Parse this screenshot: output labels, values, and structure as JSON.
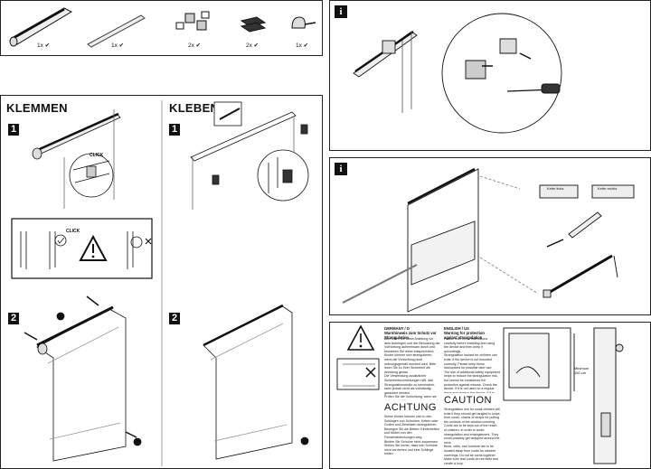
{
  "parts": {
    "q1": "1x ✔",
    "q2": "1x ✔",
    "q3": "2x ✔",
    "q4": "2x ✔",
    "q5": "1x ✔"
  },
  "sections": {
    "klemmen": "KLEMMEN",
    "kleben": "KLEBEN"
  },
  "steps": {
    "one": "1",
    "two": "2"
  },
  "info": {
    "label": "i"
  },
  "labels": {
    "click": "CLICK",
    "click2": "CLICK",
    "kette_links": "Kette links",
    "kette_rechts": "Kette rechts",
    "minimum": "Minimum\n150 cm"
  },
  "warning": {
    "de_head": "GERMANY / D",
    "de_sub": "Warnhinweis zum Schutz vor Strangulation",
    "de_body": "Bitte lesen Sie diese Anleitung vor dem Anbringen und der Benutzung der Vorrichtung aufmerksam durch und bewahren Sie diese entsprechend.\nKinder können sich strangulieren, wenn die Vorrichtung nicht ordnungsgemäß montiert wird. Bitte lesen Sie zu Ihrer Sicherheit die Anleitung genau.\nDie Verwendung zusätzlicher Sicherheitsvorrichtungen hilft, das Strangulationsrisiko zu vermindern, kann jedoch nicht als vollständig garantiert werden.\nPrüfen Sie die Vorrichtung, wenn sie nicht regelmäßig verwendet wird und ersetzen Sie die Vorrichtung, wenn sie schadhaft ist.",
    "achtung": "ACHTUNG",
    "de_body2": "Kleine Kinder können sich in den Schlingen von Schnüren, Ketten oder Gurten und Zierleisten strangulieren. Bewegen Sie die Betten, Kinderbetten und Möbel von den Fensterabdeckungen weg.\nBinden Sie Schnüre nicht zusammen.\nStellen Sie sicher, dass sich Schnüre nicht verdrehen und eine Schlinge bilden.",
    "en_head": "ENGLISH / US",
    "en_sub": "Warning for protection against strangulation",
    "en_body": "Please read these instructions carefully before installing and using the device and then keep it accordingly.\nStrangulation hazard for children can exist, if the device is not mounted correctly. Please keep these instructions for possible later use.\nThe use of additional safety equipment helps to reduce the strangulation risk, but cannot be considered full protection against misuse. Check the device, if it is not used on a regular basis and replace the device, if it is faulty.",
    "caution": "CAUTION",
    "en_body2": "Strangulation risk for small children will exist if they should get tangled in loops from cords, chains or straps for pulling the controls of the window covering. Cords are to be kept out of the reach of children, in order to avoid strangulation and entanglement. They could possibly get wrapped around the neck.\nBeds, cribs, and furniture are to be located away from cords for window coverings. Do not tie cords together. Make sure that cords do not twist and create a loop."
  }
}
